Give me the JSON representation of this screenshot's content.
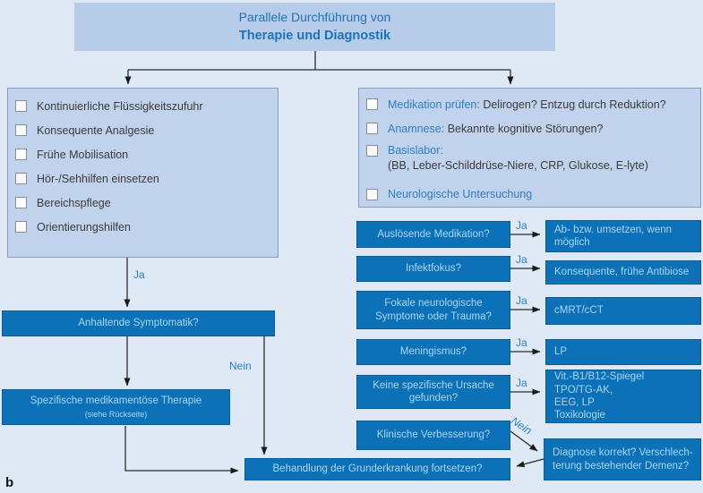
{
  "title": {
    "line1": "Parallele Durchführung von",
    "line2": "Therapie und Diagnostik"
  },
  "therapy_checklist": {
    "items": [
      "Kontinuierliche Flüssigkeitszufuhr",
      "Konsequente Analgesie",
      "Frühe Mobilisation",
      "Hör-/Sehhilfen einsetzen",
      "Bereichspflege",
      "Orientierungshilfen"
    ]
  },
  "diagnostic_checklist": {
    "items": [
      {
        "highlight": "Medikation prüfen:",
        "rest": " Delirogen? Entzug durch Reduktion?"
      },
      {
        "highlight": "Anamnese:",
        "rest": " Bekannte kognitive Störungen?"
      },
      {
        "highlight": "Basislabor:",
        "detail": "(BB, Leber-Schilddrüse-Niere, CRP, Glukose, E-lyte)"
      },
      {
        "highlight": "Neurologische Untersuchung",
        "rest": ""
      }
    ]
  },
  "flow": {
    "ja_label": "Ja",
    "nein_label": "Nein",
    "anhaltende_symptomatik": "Anhaltende Symptomatik?",
    "spezifische_therapie": "Spezifische medikamentöse Therapie",
    "spezifische_therapie_note": "(siehe Rückseite)",
    "behandlung": "Behandlung der Grunderkrankung fortsetzen?"
  },
  "decision_rows": [
    {
      "question": "Auslösende Medikation?",
      "label": "Ja",
      "answer": "Ab- bzw. umsetzen, wenn möglich"
    },
    {
      "question": "Infektfokus?",
      "label": "Ja",
      "answer": "Konsequente, frühe Antibiose"
    },
    {
      "question": "Fokale neurologische Symptome oder Trauma?",
      "label": "Ja",
      "answer": "cMRT/cCT"
    },
    {
      "question": "Meningismus?",
      "label": "Ja",
      "answer": "LP"
    },
    {
      "question": "Keine spezifische Ursache gefunden?",
      "label": "Ja",
      "answer": "Vit.-B1/B12-Spiegel\nTPO/TG-AK,\nEEG, LP\nToxikologie"
    },
    {
      "question": "Klinische Verbesserung?",
      "label": "Nein",
      "answer": "Diagnose korrekt? Verschlech-\nterung bestehender Demenz?"
    }
  ],
  "figure_label": "b",
  "colors": {
    "accent_blue": "#0d71b8",
    "light_panel": "#c0d2ec",
    "title_panel": "#b7cce9",
    "label_blue": "#2e7ec4",
    "background": "#dfe9f6"
  }
}
